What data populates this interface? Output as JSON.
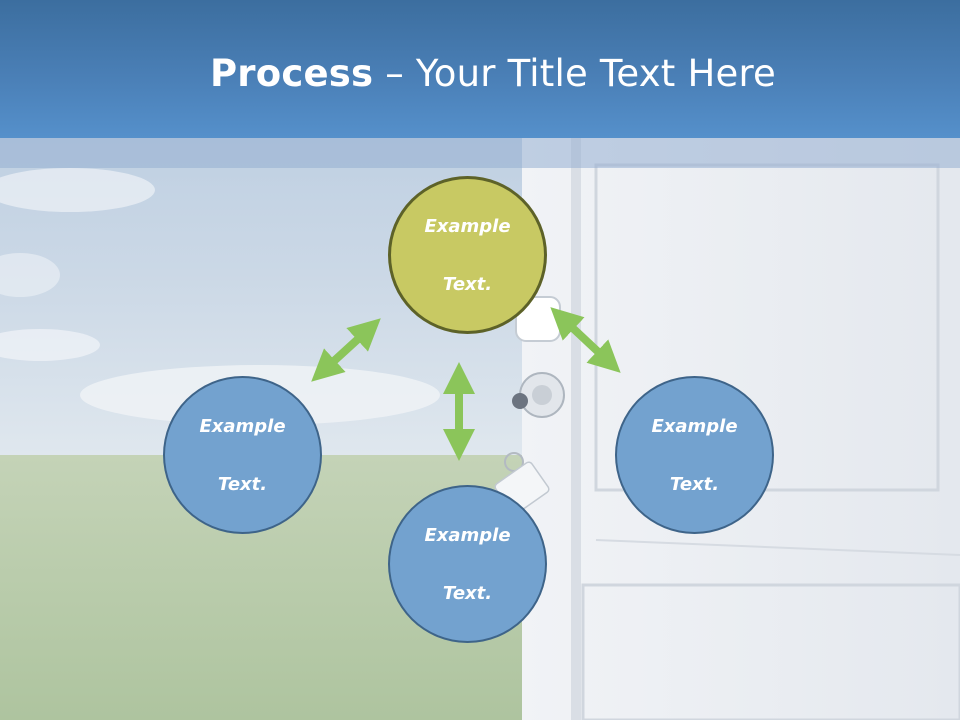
{
  "title": {
    "bold": "Process",
    "rest": " – Your Title Text Here"
  },
  "nodes": {
    "top": {
      "line1": "Example",
      "line2": "Text."
    },
    "left": {
      "line1": "Example",
      "line2": "Text."
    },
    "bottom": {
      "line1": "Example",
      "line2": "Text."
    },
    "right": {
      "line1": "Example",
      "line2": "Text."
    }
  },
  "colors": {
    "header": "#4a7fb6",
    "top_node_fill": "#c8c963",
    "top_node_border": "#5d6228",
    "node_fill": "#73a2cf",
    "node_border": "#3e6489",
    "arrow": "#8bc55a"
  }
}
